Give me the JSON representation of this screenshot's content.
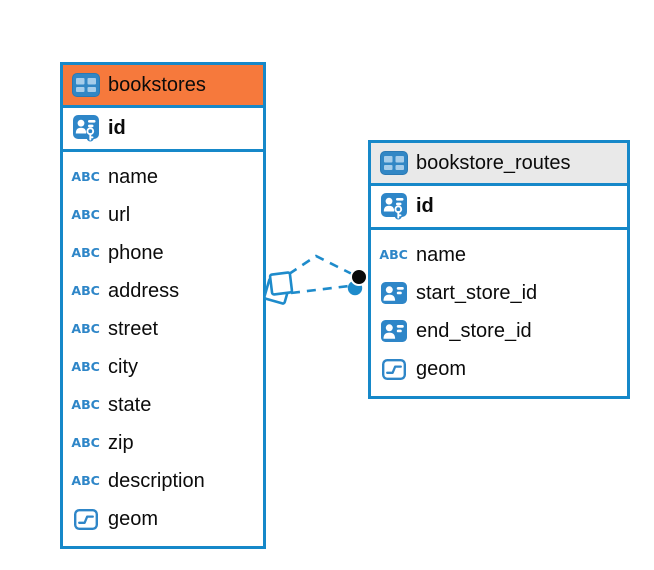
{
  "diagram": {
    "tables": [
      {
        "title": "bookstores",
        "header_color": "#f6793c",
        "pk": {
          "label": "id",
          "icon": "primary-key-icon"
        },
        "fields": [
          {
            "label": "name",
            "icon": "text-icon"
          },
          {
            "label": "url",
            "icon": "text-icon"
          },
          {
            "label": "phone",
            "icon": "text-icon"
          },
          {
            "label": "address",
            "icon": "text-icon"
          },
          {
            "label": "street",
            "icon": "text-icon"
          },
          {
            "label": "city",
            "icon": "text-icon"
          },
          {
            "label": "state",
            "icon": "text-icon"
          },
          {
            "label": "zip",
            "icon": "text-icon"
          },
          {
            "label": "description",
            "icon": "text-icon"
          },
          {
            "label": "geom",
            "icon": "geometry-icon"
          }
        ]
      },
      {
        "title": "bookstore_routes",
        "header_color": "#e9e9e9",
        "pk": {
          "label": "id",
          "icon": "primary-key-icon"
        },
        "fields": [
          {
            "label": "name",
            "icon": "text-icon"
          },
          {
            "label": "start_store_id",
            "icon": "foreign-key-icon"
          },
          {
            "label": "end_store_id",
            "icon": "foreign-key-icon"
          },
          {
            "label": "geom",
            "icon": "geometry-icon"
          }
        ]
      }
    ],
    "relationship": {
      "from_table": "bookstores",
      "to_table": "bookstore_routes",
      "line_style": "dashed"
    },
    "colors": {
      "table_border": "#1688c9",
      "accent_blue": "#2e86c8",
      "link_blue": "#1e8bcb",
      "orange_header": "#f6793c",
      "gray_header": "#e9e9e9"
    }
  }
}
